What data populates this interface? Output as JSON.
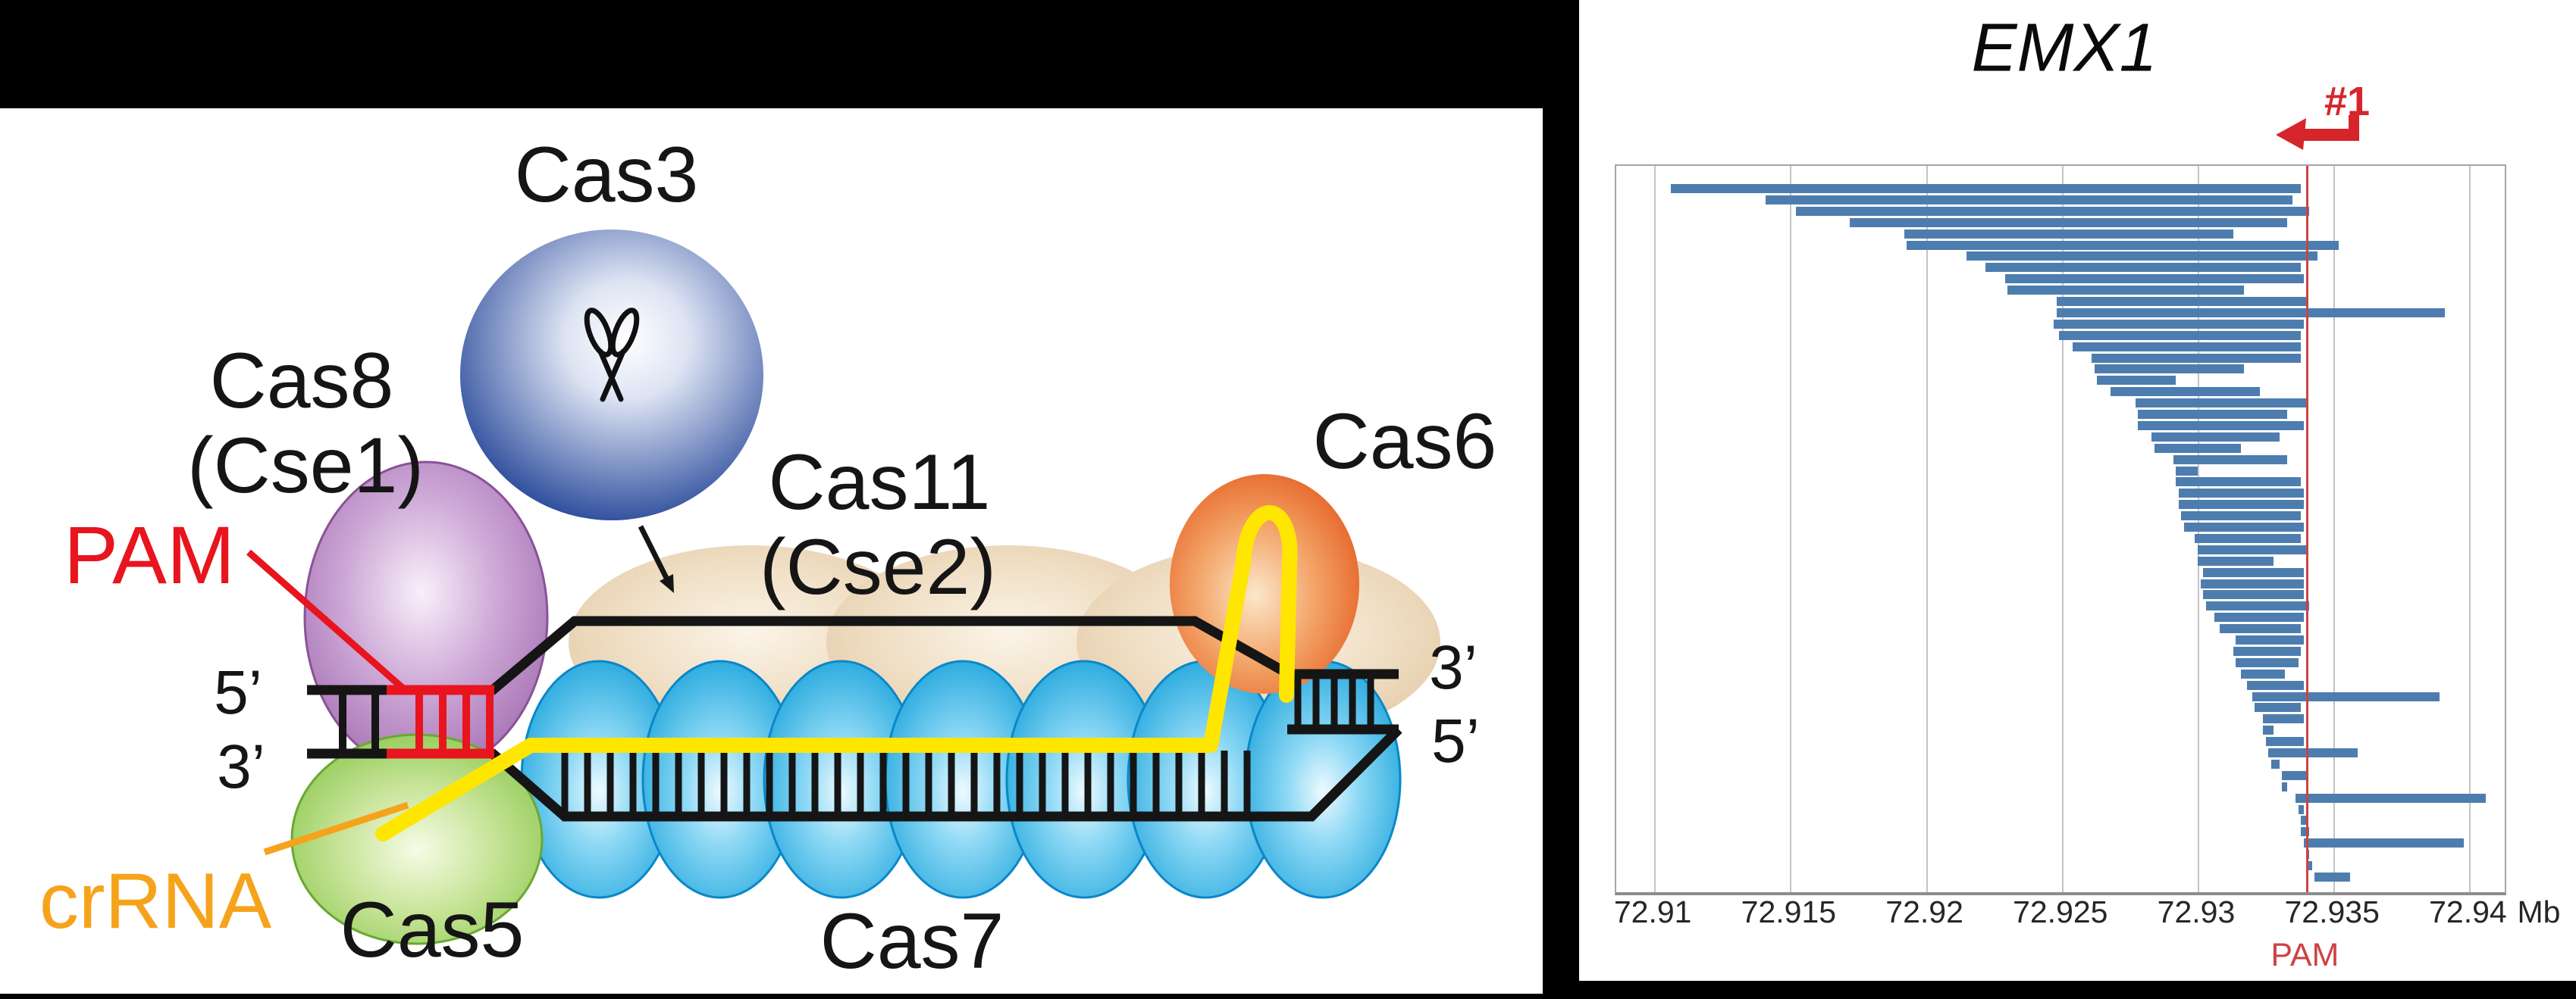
{
  "diagram": {
    "labels": {
      "cas3": "Cas3",
      "cas8": "Cas8",
      "cse1": "(Cse1)",
      "pam": "PAM",
      "five_prime_left": "5’",
      "three_prime_left": "3’",
      "crrna": "crRNA",
      "cas5": "Cas5",
      "cas11": "Cas11",
      "cse2": "(Cse2)",
      "cas7": "Cas7",
      "cas6": "Cas6",
      "three_prime_right": "3’",
      "five_prime_right": "5’"
    },
    "colors": {
      "cas3_blue": "#1c3f94",
      "cas8_purple": "#9c63ab",
      "cas5_green": "#7dc13f",
      "cas11_tan": "#dfc19c",
      "cas7_blue": "#119fd9",
      "cas6_orange": "#e25014",
      "pam_red": "#e8141e",
      "crrna_orange": "#f6a31c",
      "crrna_yellow": "#ffe600",
      "dna_black": "#151515"
    }
  },
  "chart_data": {
    "type": "bar",
    "orientation": "horizontal-intervals",
    "title": "EMX1",
    "guide_label": "#1",
    "pam_label": "PAM",
    "unit": "Mb",
    "xlim": [
      72.9086,
      72.9413
    ],
    "tick_values": [
      72.91,
      72.915,
      72.92,
      72.925,
      72.93,
      72.935,
      72.94
    ],
    "tick_labels": [
      "72.91",
      "72.915",
      "72.92",
      "72.925",
      "72.93",
      "72.935",
      "72.94"
    ],
    "pam_line_x": 72.934,
    "grid": true,
    "bar_color": "#4d7dae",
    "pam_line_color": "#cc4343",
    "guide_color": "#d6252b",
    "bars": [
      [
        72.9106,
        72.9338
      ],
      [
        72.9141,
        72.9335
      ],
      [
        72.9152,
        72.9341
      ],
      [
        72.9172,
        72.9333
      ],
      [
        72.9192,
        72.9313
      ],
      [
        72.9193,
        72.9352
      ],
      [
        72.9215,
        72.9344
      ],
      [
        72.9222,
        72.9338
      ],
      [
        72.9229,
        72.9339
      ],
      [
        72.923,
        72.9317
      ],
      [
        72.9248,
        72.934
      ],
      [
        72.9248,
        72.9391
      ],
      [
        72.9247,
        72.9339
      ],
      [
        72.9249,
        72.9338
      ],
      [
        72.9254,
        72.9338
      ],
      [
        72.9261,
        72.9338
      ],
      [
        72.9262,
        72.9317
      ],
      [
        72.9263,
        72.9292
      ],
      [
        72.9268,
        72.9323
      ],
      [
        72.9277,
        72.934
      ],
      [
        72.9278,
        72.9333
      ],
      [
        72.9278,
        72.9339
      ],
      [
        72.9283,
        72.933
      ],
      [
        72.9284,
        72.9316
      ],
      [
        72.9291,
        72.9333
      ],
      [
        72.9292,
        72.93
      ],
      [
        72.9292,
        72.9338
      ],
      [
        72.9293,
        72.9339
      ],
      [
        72.9293,
        72.9339
      ],
      [
        72.9294,
        72.9338
      ],
      [
        72.9295,
        72.9339
      ],
      [
        72.9299,
        72.9338
      ],
      [
        72.93,
        72.934
      ],
      [
        72.93,
        72.9328
      ],
      [
        72.9302,
        72.9339
      ],
      [
        72.9301,
        72.9339
      ],
      [
        72.9302,
        72.9339
      ],
      [
        72.9303,
        72.9341
      ],
      [
        72.9306,
        72.9339
      ],
      [
        72.9308,
        72.9338
      ],
      [
        72.9314,
        72.9339
      ],
      [
        72.9313,
        72.9338
      ],
      [
        72.9314,
        72.9337
      ],
      [
        72.9316,
        72.9332
      ],
      [
        72.9318,
        72.9339
      ],
      [
        72.932,
        72.9389
      ],
      [
        72.9321,
        72.9338
      ],
      [
        72.9324,
        72.9339
      ],
      [
        72.9324,
        72.9328
      ],
      [
        72.9325,
        72.9339
      ],
      [
        72.9326,
        72.9359
      ],
      [
        72.9327,
        72.933
      ],
      [
        72.9331,
        72.934
      ],
      [
        72.9331,
        72.9333
      ],
      [
        72.9336,
        72.9406
      ],
      [
        72.9337,
        72.9339
      ],
      [
        72.9338,
        72.934
      ],
      [
        72.9338,
        72.9341
      ],
      [
        72.9339,
        72.9398
      ],
      [
        72.934,
        72.9341
      ],
      [
        72.934,
        72.9342
      ],
      [
        72.9343,
        72.9356
      ]
    ]
  }
}
